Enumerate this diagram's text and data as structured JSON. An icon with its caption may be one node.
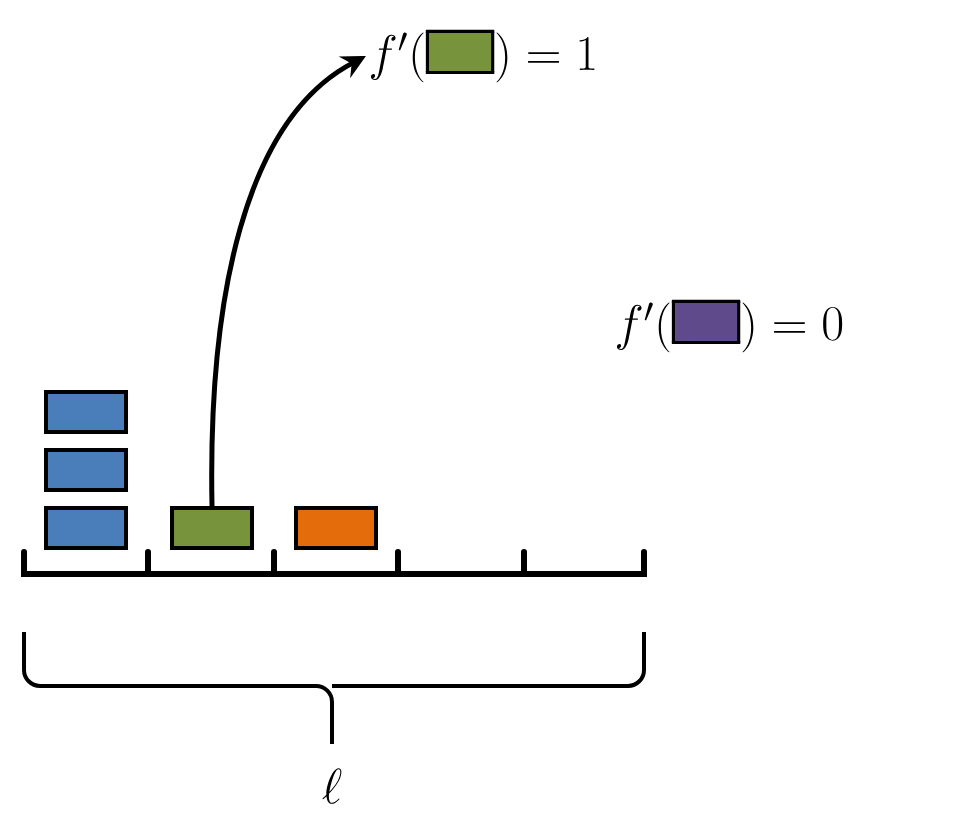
{
  "diagram": {
    "nodes": [
      {
        "text": [
          "f'(",
          ") = 1"
        ]
      },
      {
        "text": [],
        "shape": "box"
      },
      {
        "text": [],
        "shape": "box"
      },
      {
        "text": [],
        "shape": "box"
      },
      {
        "text": [],
        "shape": "box"
      },
      {
        "text": [],
        "shape": "box"
      }
    ],
    "edges": [
      {
        "from": 4,
        "to": 0,
        "arrow": "to"
      }
    ],
    "labels": [
      "f'(",
      ") = 0",
      "\\ell"
    ]
  }
}
